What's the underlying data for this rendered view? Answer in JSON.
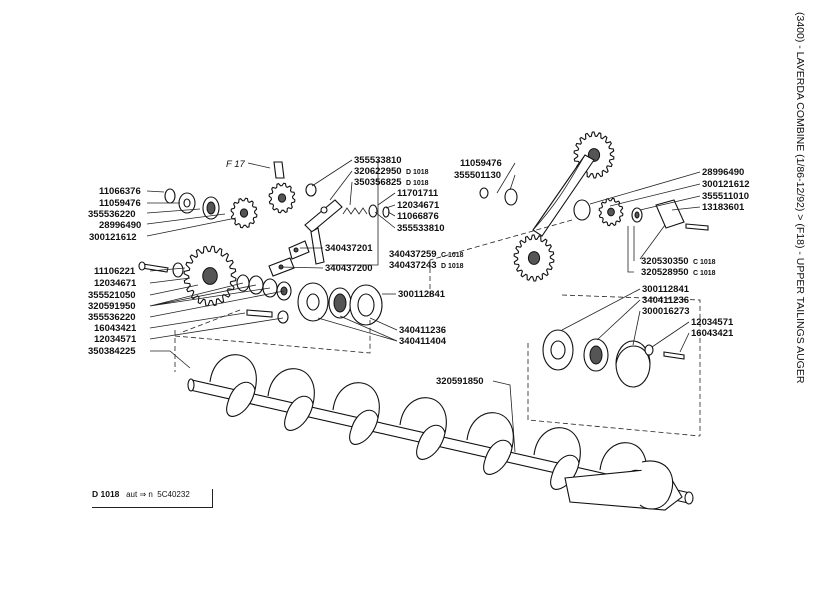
{
  "title": "(3400) - LAVERDA COMBINE (1/86-12/92) > (F18) - UPPER TAILINGS AUGER",
  "figure_ref": "F 17",
  "caption": {
    "code": "D 1018",
    "text_aut": "aut",
    "text_n": "n",
    "serial": "5C40232"
  },
  "labels": {
    "l1": "11066376",
    "l2": "11059476",
    "l3": "355536220",
    "l4": "28996490",
    "l5": "300121612",
    "l6": "11106221",
    "l7": "12034671",
    "l8": "355521050",
    "l9": "320591950",
    "l10": "355536220",
    "l11": "16043421",
    "l12": "12034571",
    "l13": "350384225",
    "m1": "355533810",
    "m2": "320622950",
    "m2s": "D 1018",
    "m3": "350356825",
    "m3s": "D 1018",
    "m4": "11701711",
    "m5": "12034671",
    "m6": "11066876",
    "m7": "355533810",
    "m8": "340437201",
    "m9": "340437259",
    "m9s": "C 1018",
    "m10": "340437200",
    "m11": "340437243",
    "m11s": "D 1018",
    "c1": "300112841",
    "c2": "340411236",
    "c3": "340411404",
    "t1": "11059476",
    "t2": "355501130",
    "r1": "28996490",
    "r2": "300121612",
    "r3": "355511010",
    "r4": "13183601",
    "r5": "320530350",
    "r5s": "C 1018",
    "r6": "320528950",
    "r6s": "C 1018",
    "b1": "300112841",
    "b2": "340411236",
    "b3": "300016273",
    "b4": "12034571",
    "b5": "16043421",
    "auger": "320591850"
  }
}
